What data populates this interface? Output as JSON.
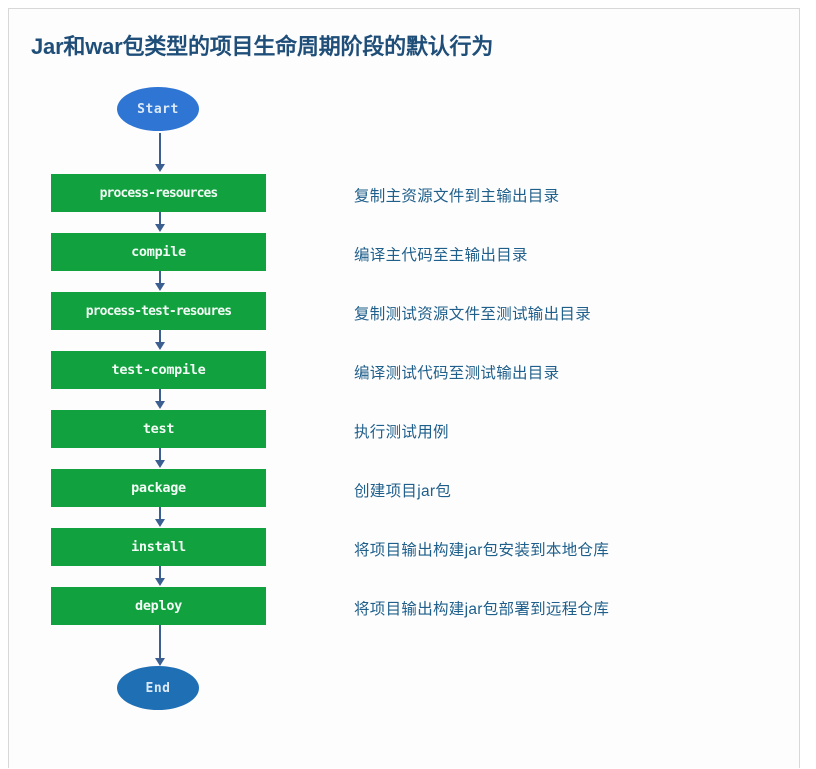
{
  "page": {
    "title": "Jar和war包类型的项目生命周期阶段的默认行为",
    "title_color": "#1f4e79",
    "background": "#fdfdfd"
  },
  "diagram": {
    "type": "flowchart",
    "orientation": "vertical",
    "colors": {
      "phase_box": "#11a13e",
      "phase_label": "#f2fbf5",
      "start_node": "#2e75d4",
      "end_node": "#1f6fb5",
      "terminator_label": "#dce9f7",
      "connector": "#3c5f91",
      "description": "#1f5f8b"
    },
    "start": {
      "label": "Start"
    },
    "end": {
      "label": "End"
    },
    "phases": [
      {
        "label": "process-resources",
        "description": "复制主资源文件到主输出目录"
      },
      {
        "label": "compile",
        "description": "编译主代码至主输出目录"
      },
      {
        "label": "process-test-resoures",
        "description": "复制测试资源文件至测试输出目录"
      },
      {
        "label": "test-compile",
        "description": "编译测试代码至测试输出目录"
      },
      {
        "label": "test",
        "description": "执行测试用例"
      },
      {
        "label": "package",
        "description": "创建项目jar包"
      },
      {
        "label": "install",
        "description": "将项目输出构建jar包安装到本地仓库"
      },
      {
        "label": "deploy",
        "description": "将项目输出构建jar包部署到远程仓库"
      }
    ]
  }
}
